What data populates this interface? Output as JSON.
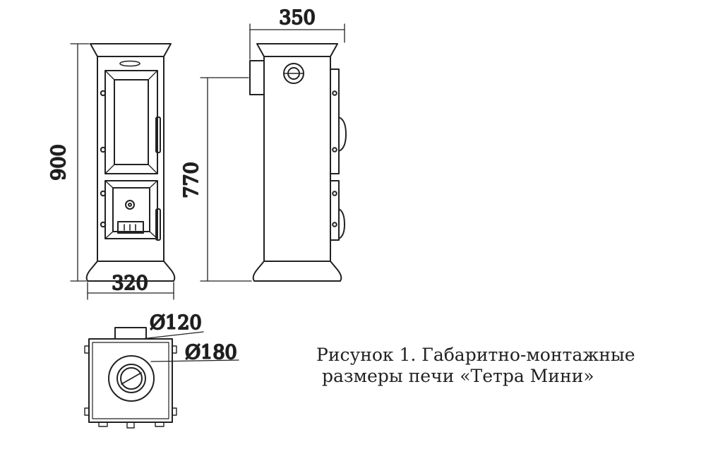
{
  "dimensions": {
    "height_total": "900",
    "height_flue": "770",
    "width_front": "320",
    "depth_side": "350",
    "diameter_flue": "Ø120",
    "diameter_outer": "Ø180"
  },
  "caption": {
    "line1": "Рисунок 1. Габаритно-монтажные",
    "line2": "размеры печи «Тетра Мини»"
  }
}
